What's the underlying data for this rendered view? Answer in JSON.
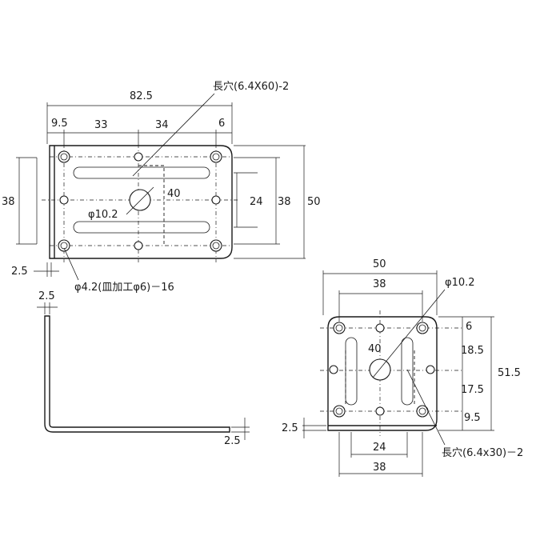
{
  "front_view": {
    "dims": {
      "overall_width": "82.5",
      "left_offset": "9.5",
      "span_left": "33",
      "span_right": "34",
      "right_offset": "6",
      "height_left": "38",
      "slot_spacing": "24",
      "height_right_inner": "38",
      "height_right_outer": "50",
      "center_hole_offset": "40",
      "center_hole": "φ10.2",
      "thickness": "2.5"
    },
    "slot_callout": "長穴(6.4X60)-2",
    "hole_callout": "φ4.2(皿加工φ6)－16"
  },
  "side_view": {
    "dims": {
      "thickness_top": "2.5",
      "thickness_bottom": "2.5"
    }
  },
  "end_view": {
    "dims": {
      "overall_width": "50",
      "hole_span_top": "38",
      "center_hole": "φ10.2",
      "offset_top": "6",
      "offset_upper": "18.5",
      "offset_lower": "17.5",
      "offset_bottom": "9.5",
      "overall_height": "51.5",
      "center_hole_offset": "40",
      "thickness": "2.5",
      "slot_spacing": "24",
      "hole_span_bottom": "38"
    },
    "slot_callout": "長穴(6.4x30)－2"
  }
}
